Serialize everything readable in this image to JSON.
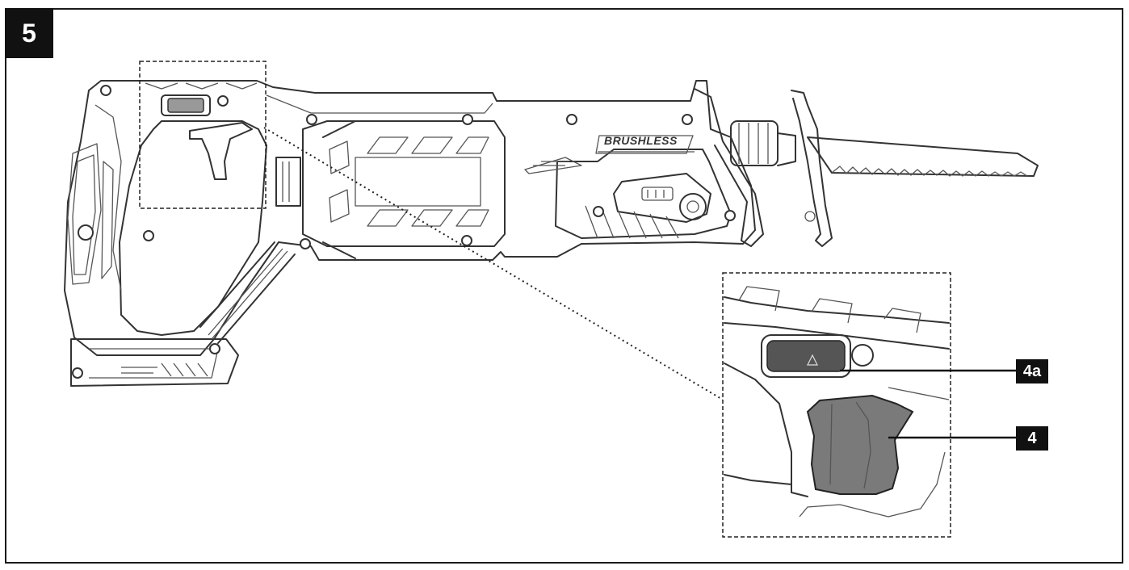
{
  "figure": {
    "number": "5",
    "brand_label": "BRUSHLESS",
    "callouts": [
      {
        "id": "4a",
        "label": "4a"
      },
      {
        "id": "4",
        "label": "4"
      }
    ]
  }
}
